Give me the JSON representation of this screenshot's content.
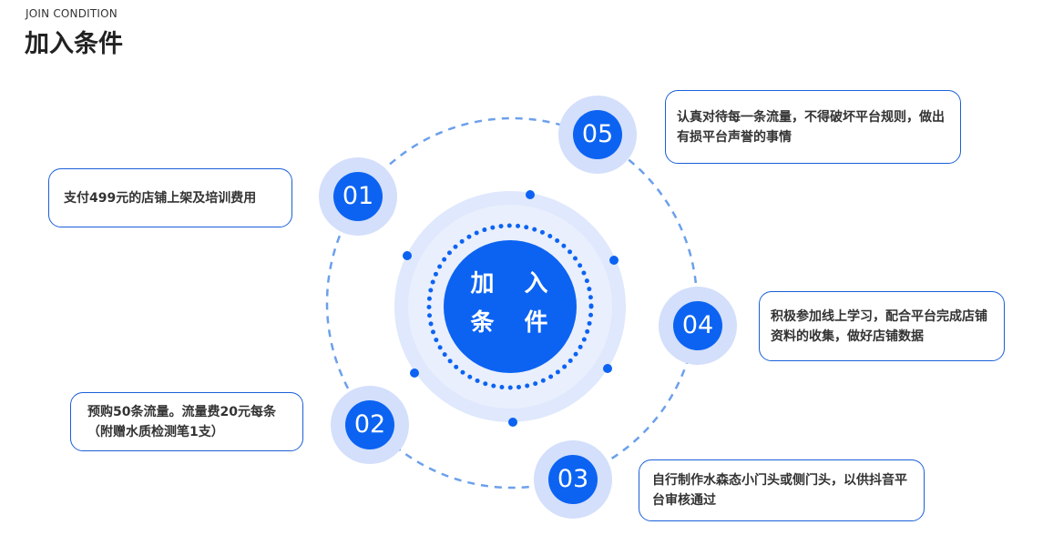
{
  "header": {
    "subtitle": "JOIN CONDITION",
    "title": "加入条件"
  },
  "center": {
    "line1": "加 入",
    "line2": "条 件"
  },
  "colors": {
    "accent": "#0c63f2",
    "halo": "#d8e3fb",
    "dashed_ring": "#6ca0ec",
    "box_border": "#1a5fd8",
    "text": "#333333"
  },
  "conditions": [
    {
      "number": "01",
      "text": "支付499元的店铺上架及培训费用"
    },
    {
      "number": "02",
      "text": "预购50条流量。流量费20元每条（附赠水质检测笔1支）"
    },
    {
      "number": "03",
      "text": "自行制作水森态小门头或侧门头，以供抖音平台审核通过"
    },
    {
      "number": "04",
      "text": "积极参加线上学习，配合平台完成店铺资料的收集，做好店铺数据"
    },
    {
      "number": "05",
      "text": "认真对待每一条流量，不得破坏平台规则，做出有损平台声誉的事情"
    }
  ]
}
